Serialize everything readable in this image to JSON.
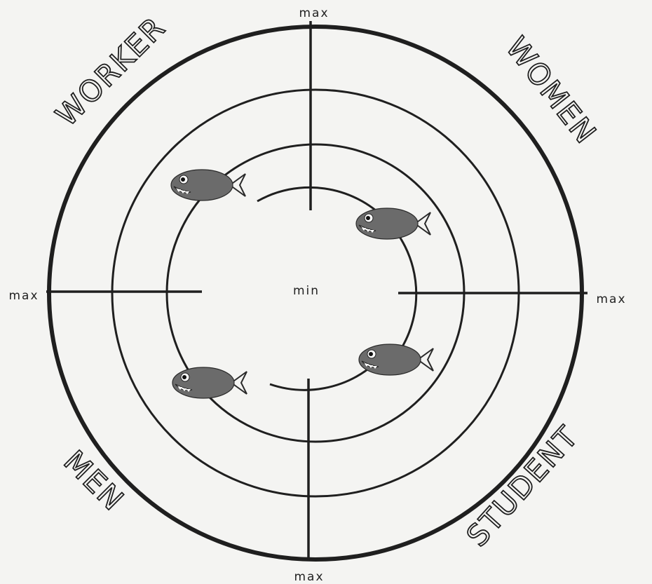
{
  "labels": {
    "top": "max",
    "bottom": "max",
    "left": "max",
    "right": "max",
    "center": "min"
  },
  "quadrants": {
    "top_left": "WORKER",
    "top_right": "WOMEN",
    "bottom_left": "MEN",
    "bottom_right": "STUDENT"
  },
  "markers": [
    {
      "name": "fish-worker",
      "quadrant": "top_left",
      "icon": "fish-icon"
    },
    {
      "name": "fish-women",
      "quadrant": "top_right",
      "icon": "fish-icon"
    },
    {
      "name": "fish-men",
      "quadrant": "bottom_left",
      "icon": "fish-icon"
    },
    {
      "name": "fish-student",
      "quadrant": "bottom_right",
      "icon": "fish-icon"
    }
  ]
}
